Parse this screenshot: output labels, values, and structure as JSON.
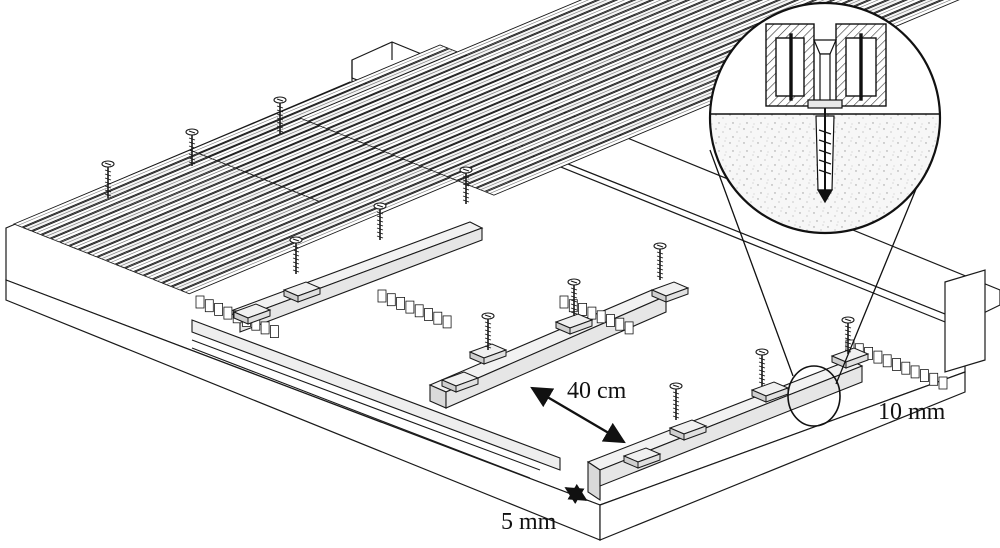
{
  "labels": {
    "spacing": "40 cm",
    "gap_end": "10 mm",
    "gap_side": "5 mm"
  },
  "colors": {
    "line": "#1a1a1a",
    "board_fill": "#f4f4f4",
    "board_shade": "#d9d9d9",
    "joist_fill": "#eeeeee",
    "concrete": "#bdbdbd",
    "background": "#ffffff"
  },
  "icons": {
    "dimension_arrow": "double-headed-arrow",
    "screw": "screw-icon",
    "clip": "fixing-clip-icon"
  }
}
